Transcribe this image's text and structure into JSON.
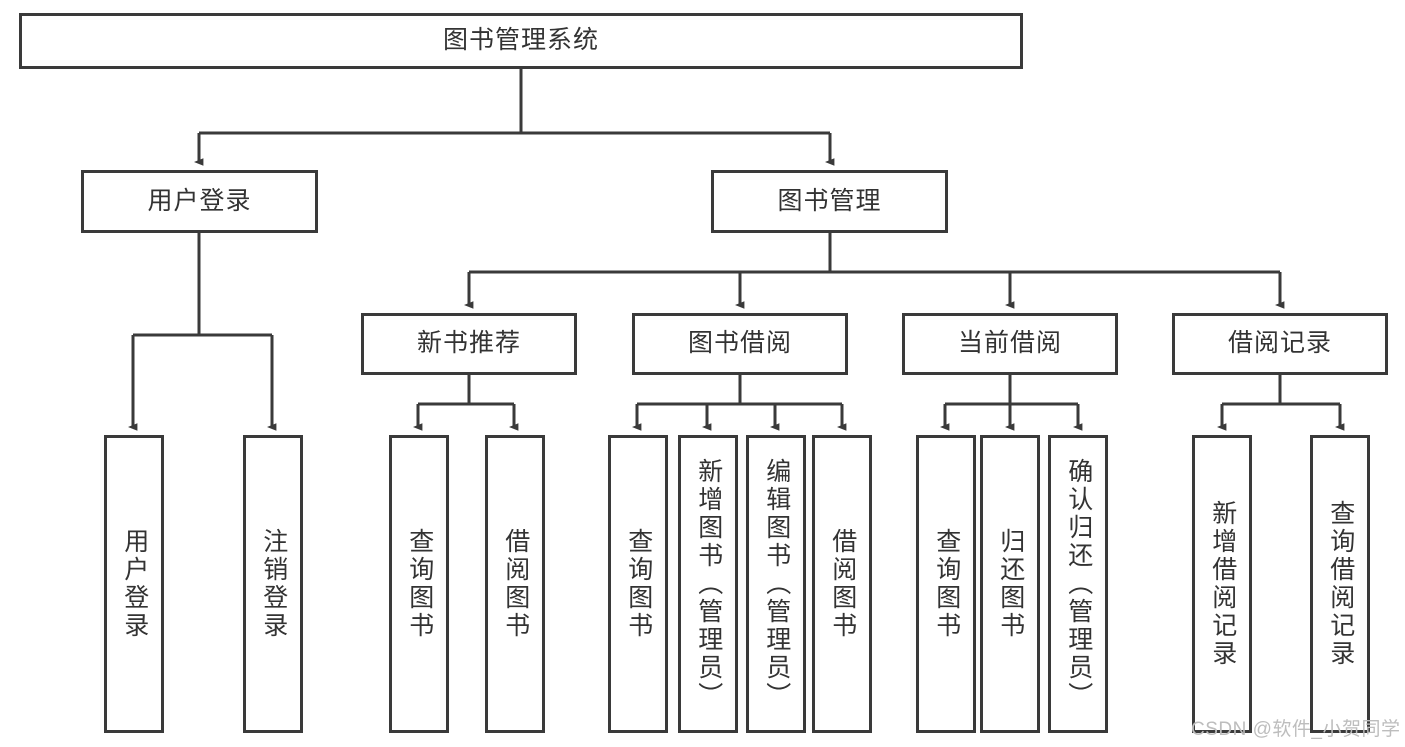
{
  "diagram": {
    "title": "图书管理系统",
    "type": "hierarchy-tree",
    "root": {
      "id": "root",
      "label": "图书管理系统"
    },
    "level1": [
      {
        "id": "user-login",
        "label": "用户登录"
      },
      {
        "id": "book-manage",
        "label": "图书管理"
      }
    ],
    "level2": [
      {
        "id": "new-book-recommend",
        "label": "新书推荐",
        "parent": "book-manage"
      },
      {
        "id": "book-borrow",
        "label": "图书借阅",
        "parent": "book-manage"
      },
      {
        "id": "current-borrow",
        "label": "当前借阅",
        "parent": "book-manage"
      },
      {
        "id": "borrow-record",
        "label": "借阅记录",
        "parent": "book-manage"
      }
    ],
    "leaves": [
      {
        "id": "leaf-user-login",
        "label": "用户登录",
        "parent": "user-login"
      },
      {
        "id": "leaf-user-logout",
        "label": "注销登录",
        "parent": "user-login"
      },
      {
        "id": "leaf-query-book-1",
        "label": "查询图书",
        "parent": "new-book-recommend"
      },
      {
        "id": "leaf-borrow-book-1",
        "label": "借阅图书",
        "parent": "new-book-recommend"
      },
      {
        "id": "leaf-query-book-2",
        "label": "查询图书",
        "parent": "book-borrow"
      },
      {
        "id": "leaf-add-book",
        "label": "新增图书（管理员）",
        "parent": "book-borrow"
      },
      {
        "id": "leaf-edit-book",
        "label": "编辑图书（管理员）",
        "parent": "book-borrow"
      },
      {
        "id": "leaf-borrow-book-2",
        "label": "借阅图书",
        "parent": "book-borrow"
      },
      {
        "id": "leaf-query-book-3",
        "label": "查询图书",
        "parent": "current-borrow"
      },
      {
        "id": "leaf-return-book",
        "label": "归还图书",
        "parent": "current-borrow"
      },
      {
        "id": "leaf-confirm-return",
        "label": "确认归还（管理员）",
        "parent": "current-borrow"
      },
      {
        "id": "leaf-add-record",
        "label": "新增借阅记录",
        "parent": "borrow-record"
      },
      {
        "id": "leaf-query-record",
        "label": "查询借阅记录",
        "parent": "borrow-record"
      }
    ],
    "colors": {
      "stroke": "#3a3a3a",
      "text": "#333333",
      "background": "#ffffff",
      "watermark": "#bdbdbd"
    }
  },
  "watermark": {
    "text": "CSDN @软件_小贺同学"
  }
}
